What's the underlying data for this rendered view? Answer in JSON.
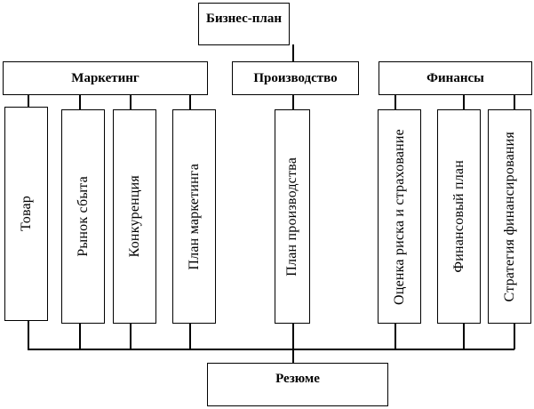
{
  "diagram": {
    "root": "Бизнес-план",
    "sections": [
      {
        "label": "Маркетинг",
        "children": [
          "Товар",
          "Рынок сбыта",
          "Конкуренция",
          "План маркетинга"
        ]
      },
      {
        "label": "Производство",
        "children": [
          "План производства"
        ]
      },
      {
        "label": "Финансы",
        "children": [
          "Оценка риска и страхование",
          "Финансовый план",
          "Стратегия финансирования"
        ]
      }
    ],
    "summary": "Резюме"
  }
}
